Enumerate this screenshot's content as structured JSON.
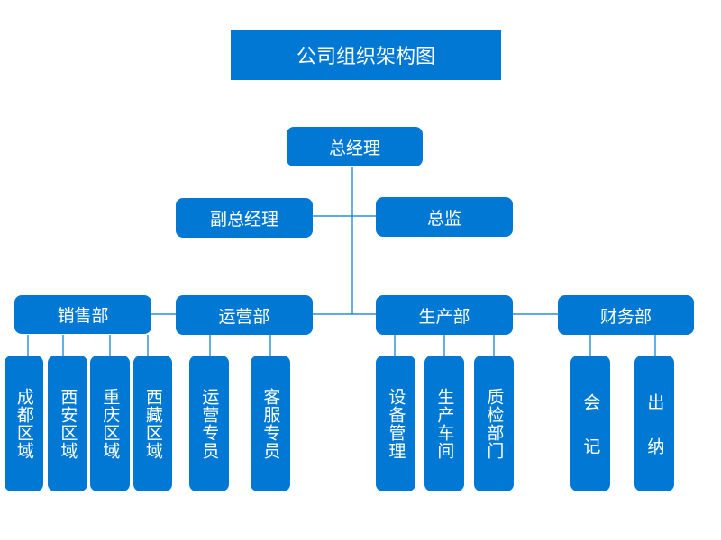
{
  "title": "公司组织架构图",
  "colors": {
    "node": "#0078d4",
    "line": "#0078d4",
    "text": "#ffffff"
  },
  "nodes": {
    "ceo": "总经理",
    "vp": "副总经理",
    "director": "总监",
    "sales": "销售部",
    "operations": "运营部",
    "production": "生产部",
    "finance": "财务部"
  },
  "sales_units": [
    "成都区域",
    "西安区域",
    "重庆区域",
    "西藏区域"
  ],
  "operations_units": [
    "运营专员",
    "客服专员"
  ],
  "production_units": [
    "设备管理",
    "生产车间",
    "质检部门"
  ],
  "finance_units": [
    "会记",
    "出纳"
  ]
}
